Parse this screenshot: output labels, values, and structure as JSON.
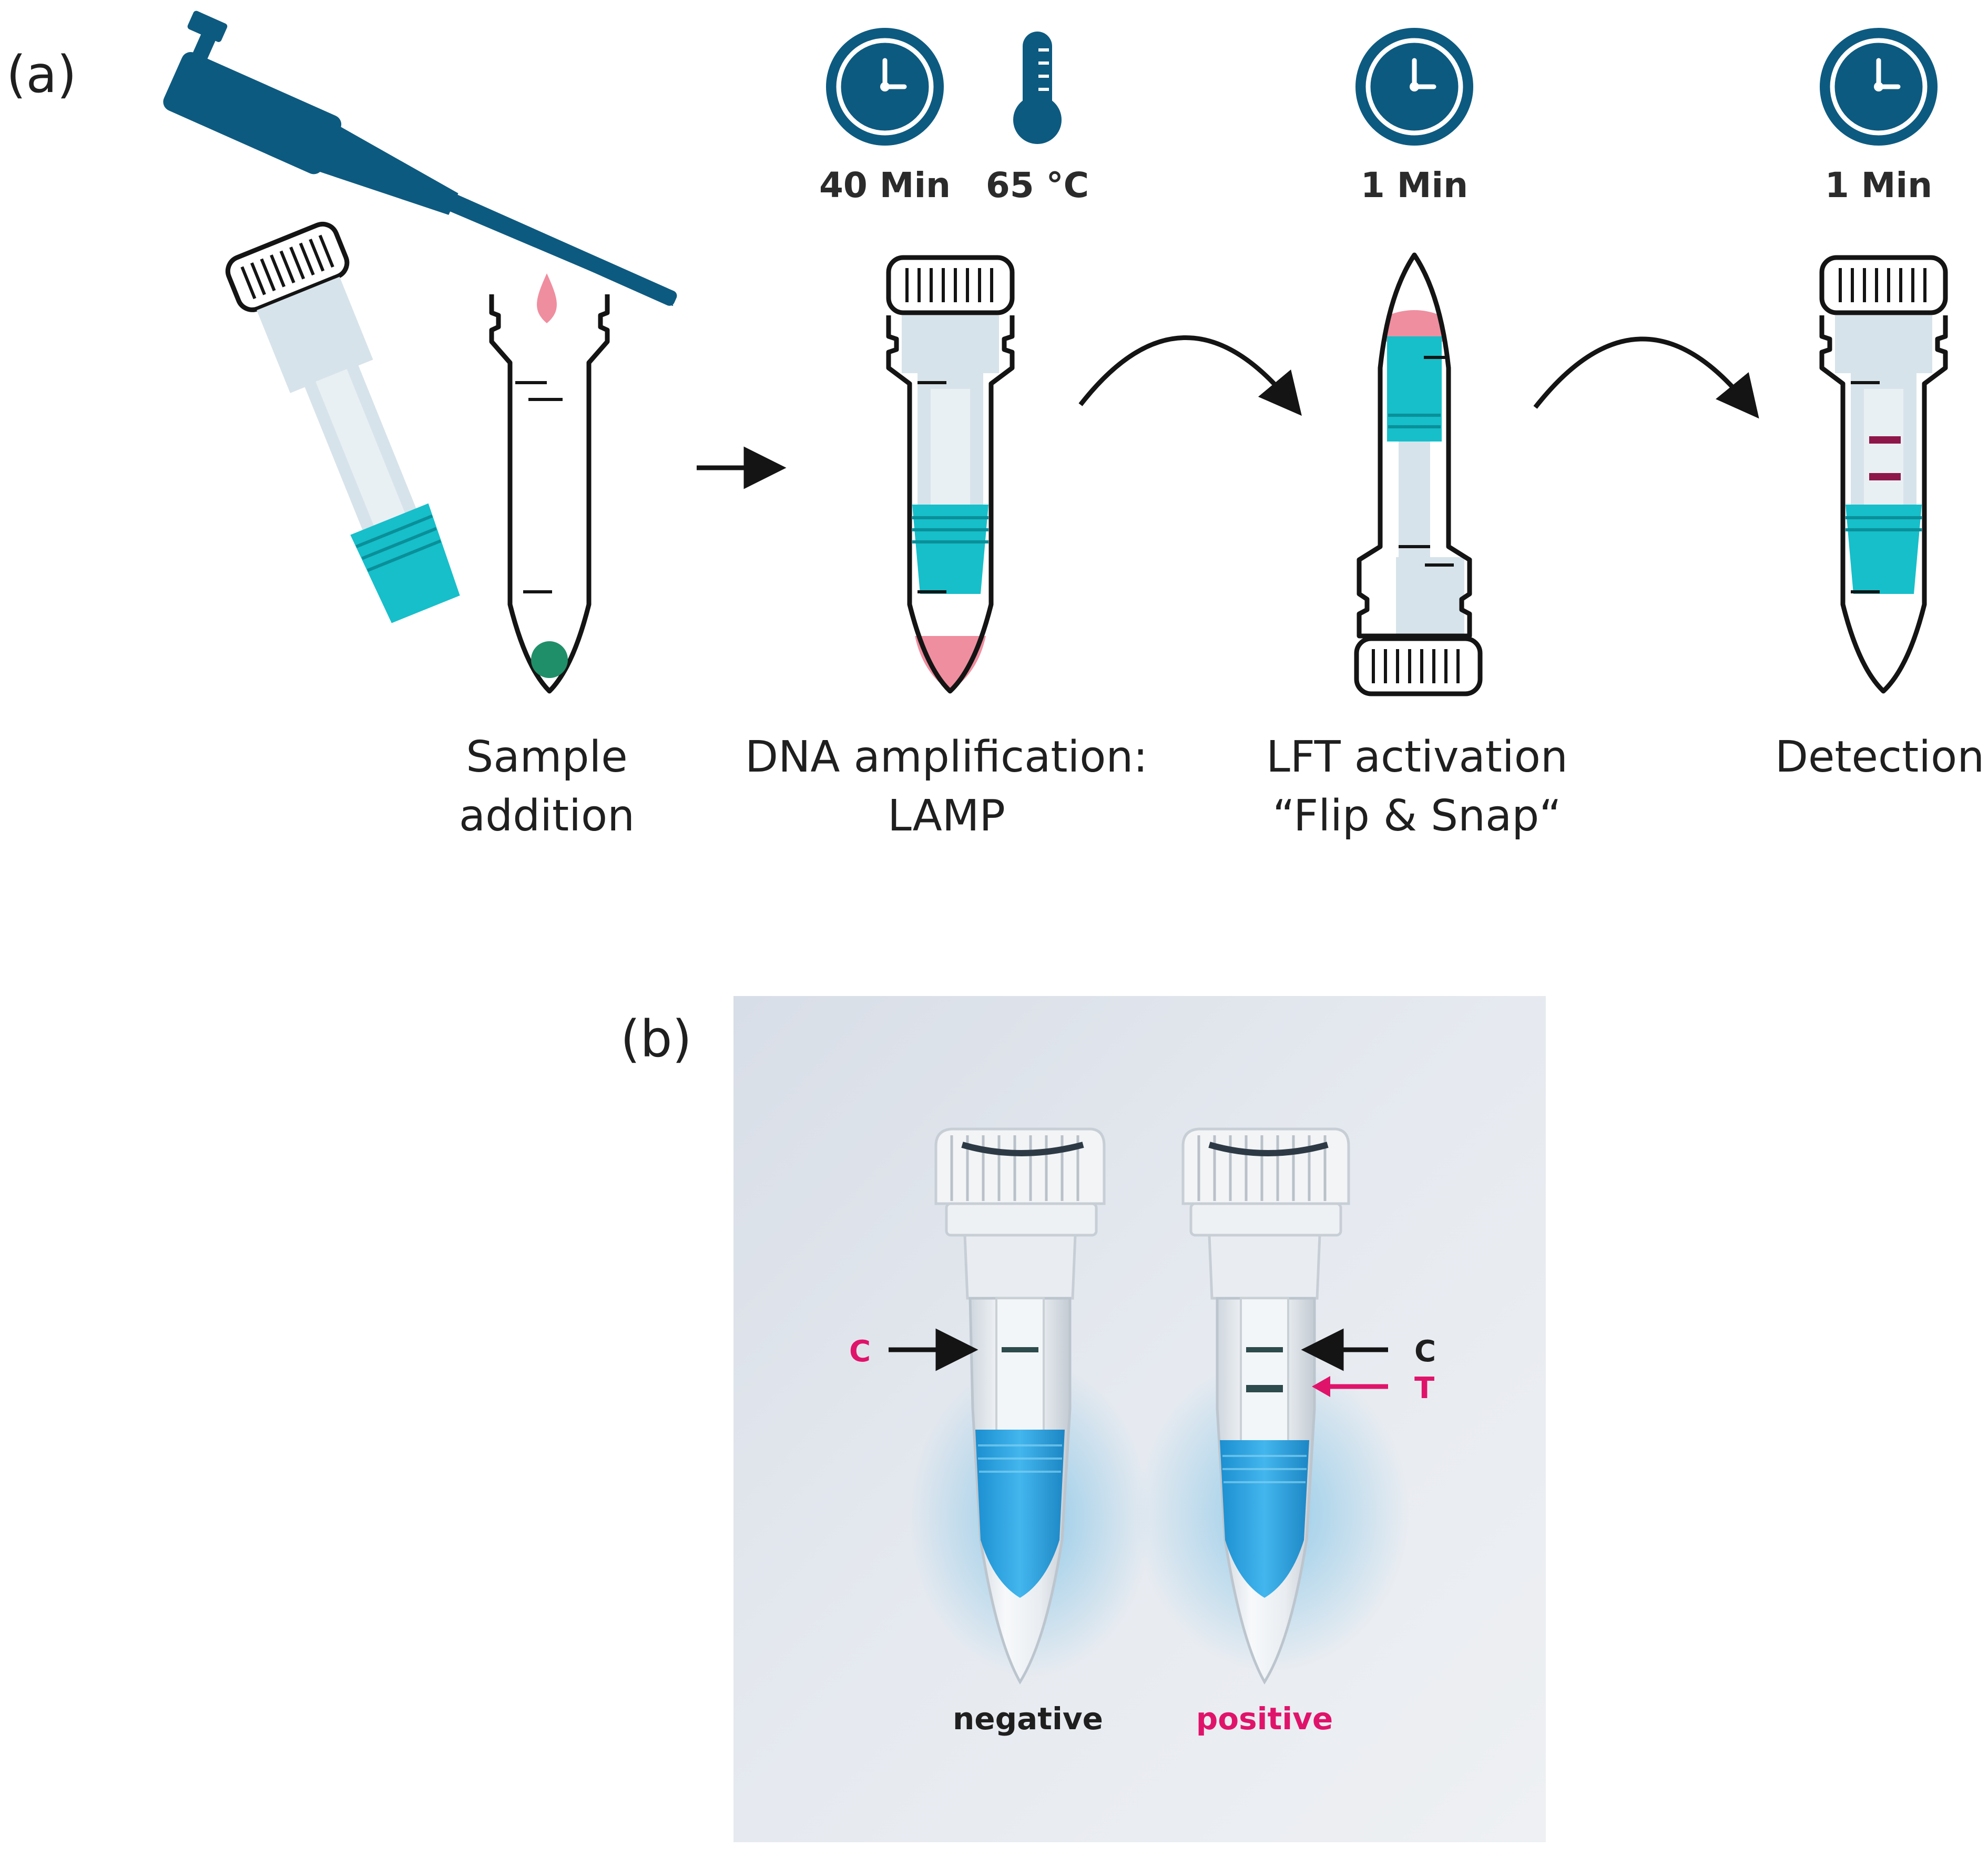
{
  "panel_a_label": "(a)",
  "panel_b_label": "(b)",
  "steps": [
    {
      "label_line1": "Sample",
      "label_line2": "addition"
    },
    {
      "label_line1": "DNA amplification:",
      "label_line2": "LAMP",
      "time": "40 Min",
      "temperature": "65 °C"
    },
    {
      "label_line1": "LFT activation",
      "label_line2": "“Flip & Snap“",
      "time": "1 Min"
    },
    {
      "label_line1": "Detection",
      "label_line2": "",
      "time": "1 Min"
    }
  ],
  "photo": {
    "negative_label": "negative",
    "positive_label": "positive",
    "control_line_label": "C",
    "test_line_label": "T"
  },
  "colors": {
    "brand_blue": "#0d5a80",
    "cyan_fluid": "#16bfca",
    "pink_sample": "#ef8e9f",
    "green_bead": "#1f8f6a",
    "result_band": "#8e1749",
    "positive_pink": "#e0136a",
    "photo_background": "#e3e8ef"
  },
  "icons": [
    "pipette-icon",
    "clock-icon",
    "thermometer-icon",
    "arrow-right-icon",
    "curved-arrow-icon"
  ]
}
